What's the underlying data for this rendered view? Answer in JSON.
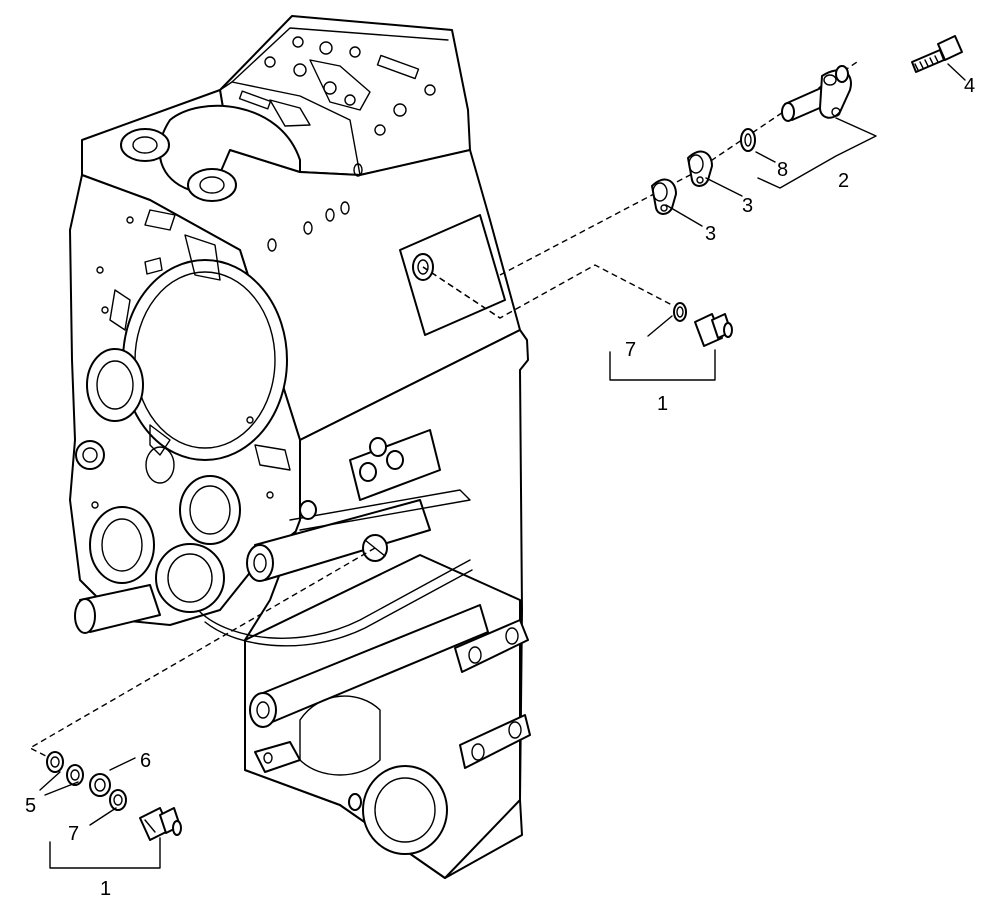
{
  "callouts": {
    "c1_left": "1",
    "c1_right": "1",
    "c2": "2",
    "c3_a": "3",
    "c3_b": "3",
    "c4": "4",
    "c5": "5",
    "c6": "6",
    "c7_left": "7",
    "c7_right": "7",
    "c8": "8"
  }
}
